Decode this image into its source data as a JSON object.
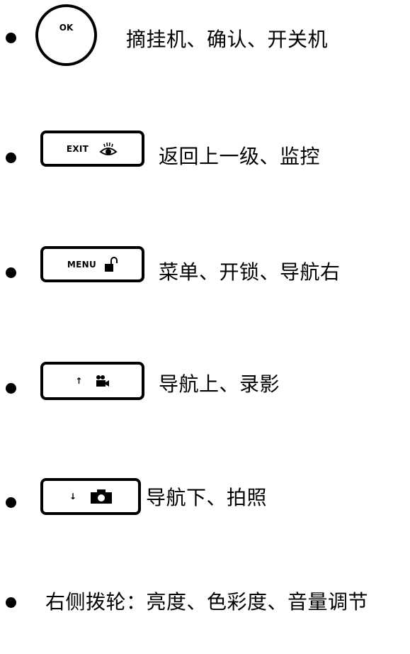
{
  "items": [
    {
      "button_label": "OK",
      "description": "摘挂机、确认、开关机",
      "icon": "none"
    },
    {
      "button_label": "EXIT",
      "description": "返回上一级、监控",
      "icon": "eye-icon"
    },
    {
      "button_label": "MENU",
      "description": "菜单、开锁、导航右",
      "icon": "unlock-icon"
    },
    {
      "button_label": "↑",
      "description": "导航上、录影",
      "icon": "camcorder-icon"
    },
    {
      "button_label": "↓",
      "description": "导航下、拍照",
      "icon": "camera-icon"
    },
    {
      "description": "右侧拨轮：亮度、色彩度、音量调节"
    }
  ]
}
